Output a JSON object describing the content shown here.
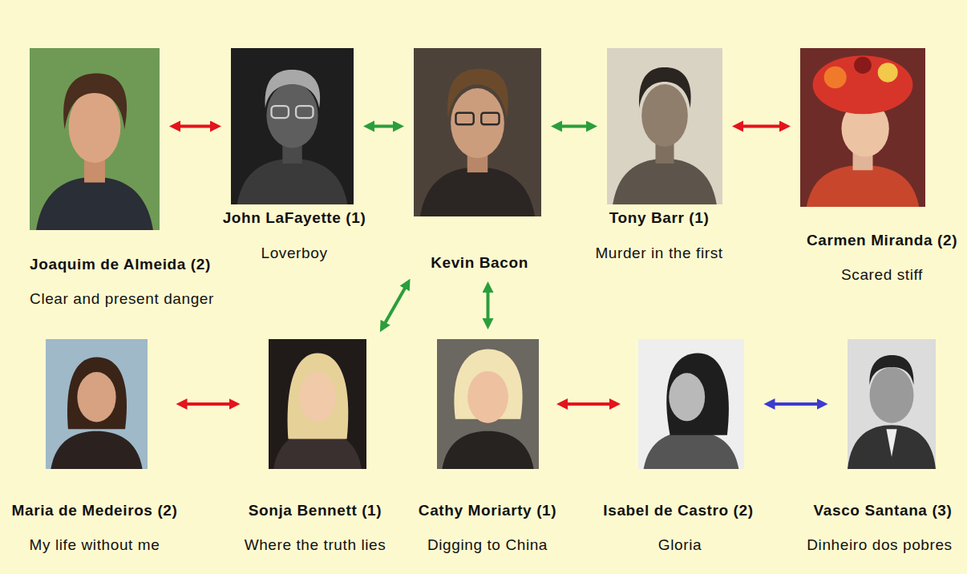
{
  "diagram": {
    "nodes": [
      {
        "text": [
          "Joaquim de Almeida (2)",
          "Clear and present danger"
        ]
      },
      {
        "text": [
          "John LaFayette (1)",
          "Loverboy"
        ]
      },
      {
        "text": [
          "Kevin Bacon"
        ]
      },
      {
        "text": [
          "Tony Barr (1)",
          "Murder in the first"
        ]
      },
      {
        "text": [
          "Carmen Miranda (2)",
          "Scared stiff"
        ]
      },
      {
        "text": [
          "Maria de Medeiros (2)",
          "My life without me"
        ]
      },
      {
        "text": [
          "Sonja Bennett (1)",
          "Where the truth lies"
        ]
      },
      {
        "text": [
          "Cathy Moriarty (1)",
          "Digging to China"
        ]
      },
      {
        "text": [
          "Isabel de Castro (2)",
          "Gloria"
        ]
      },
      {
        "text": [
          "Vasco Santana (3)",
          "Dinheiro dos pobres"
        ]
      }
    ],
    "edges": [
      {
        "from": 0,
        "to": 1,
        "arrow": "both"
      },
      {
        "from": 1,
        "to": 2,
        "arrow": "both"
      },
      {
        "from": 2,
        "to": 3,
        "arrow": "both"
      },
      {
        "from": 3,
        "to": 4,
        "arrow": "both"
      },
      {
        "from": 2,
        "to": 6,
        "arrow": "both"
      },
      {
        "from": 2,
        "to": 7,
        "arrow": "both"
      },
      {
        "from": 5,
        "to": 6,
        "arrow": "both"
      },
      {
        "from": 7,
        "to": 8,
        "arrow": "both"
      },
      {
        "from": 8,
        "to": 9,
        "arrow": "both"
      }
    ]
  }
}
